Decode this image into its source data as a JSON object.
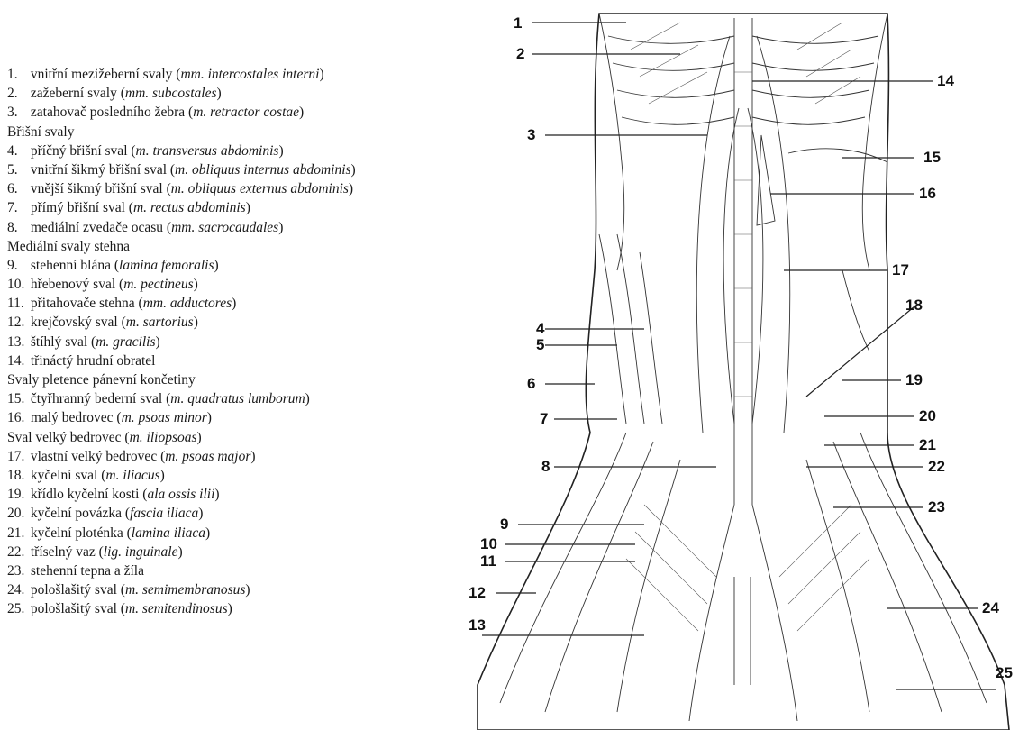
{
  "legend": [
    {
      "kind": "item",
      "num": "1.",
      "text": "vnitřní mezižeberní svaly (",
      "latin": "mm. intercostales interni",
      "close": ")"
    },
    {
      "kind": "item",
      "num": "2.",
      "text": "zažeberní svaly (",
      "latin": "mm. subcostales",
      "close": ")"
    },
    {
      "kind": "item",
      "num": "3.",
      "text": "zatahovač posledního žebra (",
      "latin": "m. retractor costae",
      "close": ")"
    },
    {
      "kind": "heading",
      "text": "Břišní svaly"
    },
    {
      "kind": "item",
      "num": "4.",
      "text": "příčný břišní sval (",
      "latin": "m. transversus abdominis",
      "close": ")"
    },
    {
      "kind": "item",
      "num": "5.",
      "text": "vnitřní šikmý břišní sval (",
      "latin": "m. obliquus internus abdominis",
      "close": ")"
    },
    {
      "kind": "item",
      "num": "6.",
      "text": "vnější šikmý břišní sval (",
      "latin": "m. obliquus externus abdominis",
      "close": ")"
    },
    {
      "kind": "item",
      "num": "7.",
      "text": "přímý břišní sval (",
      "latin": "m. rectus abdominis",
      "close": ")"
    },
    {
      "kind": "item",
      "num": "8.",
      "text": "mediální zvedače ocasu (",
      "latin": "mm. sacrocaudales",
      "close": ")"
    },
    {
      "kind": "heading",
      "text": "Mediální svaly stehna"
    },
    {
      "kind": "item",
      "num": "9.",
      "text": "stehenní blána (",
      "latin": "lamina femoralis",
      "close": ")"
    },
    {
      "kind": "item",
      "num": "10.",
      "text": "hřebenový sval (",
      "latin": "m. pectineus",
      "close": ")"
    },
    {
      "kind": "item",
      "num": "11.",
      "text": "přitahovače stehna (",
      "latin": "mm. adductores",
      "close": ")"
    },
    {
      "kind": "item",
      "num": "12.",
      "text": "krejčovský sval (",
      "latin": "m. sartorius",
      "close": ")"
    },
    {
      "kind": "item",
      "num": "13.",
      "text": "štíhlý sval (",
      "latin": "m. gracilis",
      "close": ")"
    },
    {
      "kind": "item",
      "num": "14.",
      "text": "třináctý hrudní obratel",
      "latin": "",
      "close": ""
    },
    {
      "kind": "heading",
      "text": "Svaly pletence pánevní končetiny"
    },
    {
      "kind": "item",
      "num": "15.",
      "text": "čtyřhranný bederní sval (",
      "latin": "m. quadratus lumborum",
      "close": ")"
    },
    {
      "kind": "item",
      "num": "16.",
      "text": "malý bedrovec (",
      "latin": "m. psoas minor",
      "close": ")"
    },
    {
      "kind": "heading",
      "text": "Sval velký bedrovec (",
      "latin": "m. iliopsoas",
      "close": ")"
    },
    {
      "kind": "item",
      "num": "17.",
      "text": "vlastní velký bedrovec (",
      "latin": "m. psoas major",
      "close": ")"
    },
    {
      "kind": "item",
      "num": "18.",
      "text": "kyčelní sval (",
      "latin": "m. iliacus",
      "close": ")"
    },
    {
      "kind": "item",
      "num": "19.",
      "text": "křídlo kyčelní kosti (",
      "latin": "ala ossis ilii",
      "close": ")"
    },
    {
      "kind": "item",
      "num": "20.",
      "text": "kyčelní povázka (",
      "latin": "fascia iliaca",
      "close": ")"
    },
    {
      "kind": "item",
      "num": "21.",
      "text": "kyčelní ploténka (",
      "latin": "lamina iliaca",
      "close": ")"
    },
    {
      "kind": "item",
      "num": "22.",
      "text": "tříselný vaz (",
      "latin": "lig. inguinale",
      "close": ")"
    },
    {
      "kind": "item",
      "num": "23.",
      "text": "stehenní tepna a žíla",
      "latin": "",
      "close": ""
    },
    {
      "kind": "item",
      "num": "24.",
      "text": "pološlašitý sval (",
      "latin": "m. semimembranosus",
      "close": ")"
    },
    {
      "kind": "item",
      "num": "25.",
      "text": "pološlašitý sval (",
      "latin": "m. semitendinosus",
      "close": ")"
    }
  ],
  "callouts": [
    "1",
    "2",
    "3",
    "4",
    "5",
    "6",
    "7",
    "8",
    "9",
    "10",
    "11",
    "12",
    "13",
    "14",
    "15",
    "16",
    "17",
    "18",
    "19",
    "20",
    "21",
    "22",
    "23",
    "24",
    "25"
  ]
}
